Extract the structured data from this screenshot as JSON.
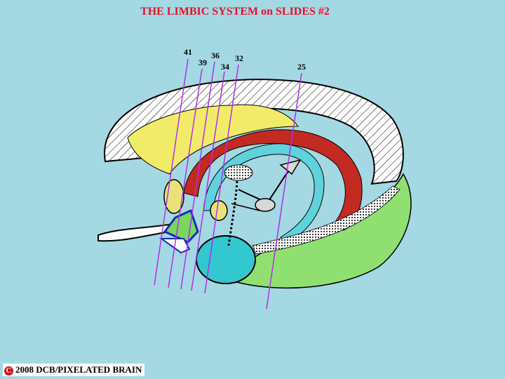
{
  "title": "THE LIMBIC SYSTEM on SLIDES   #2",
  "slice_labels": [
    "41",
    "39",
    "36",
    "34",
    "32",
    "25"
  ],
  "footer": {
    "copyright_symbol": "C",
    "text": "2008  DCB/PIXELATED BRAIN"
  },
  "colors": {
    "background": "#a4d8e3",
    "title": "#e8102a",
    "slice_lines": "#b030e8",
    "corpus_callosum": "#ffffff",
    "septum": "#f0ec6a",
    "fornix": "#c22a22",
    "stria": "#5fd2dc",
    "hippocampus": "#8fe070",
    "amygdala": "#33c8d0"
  }
}
